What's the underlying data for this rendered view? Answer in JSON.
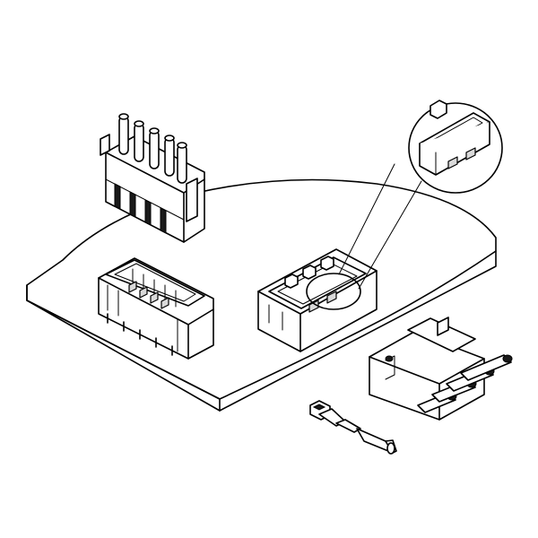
{
  "figure": {
    "kind": "connector-assembly-illustration",
    "parts": [
      "pcb-board",
      "wire-to-board-housing-receptacle",
      "vertical-pin-header",
      "right-angle-pin-header",
      "detail-magnifier-callout",
      "plug-housing-with-wires",
      "crimp-terminal"
    ],
    "colors": {
      "line": "#000000",
      "fill": "#ffffff",
      "shade": "#d9d9d9"
    }
  }
}
